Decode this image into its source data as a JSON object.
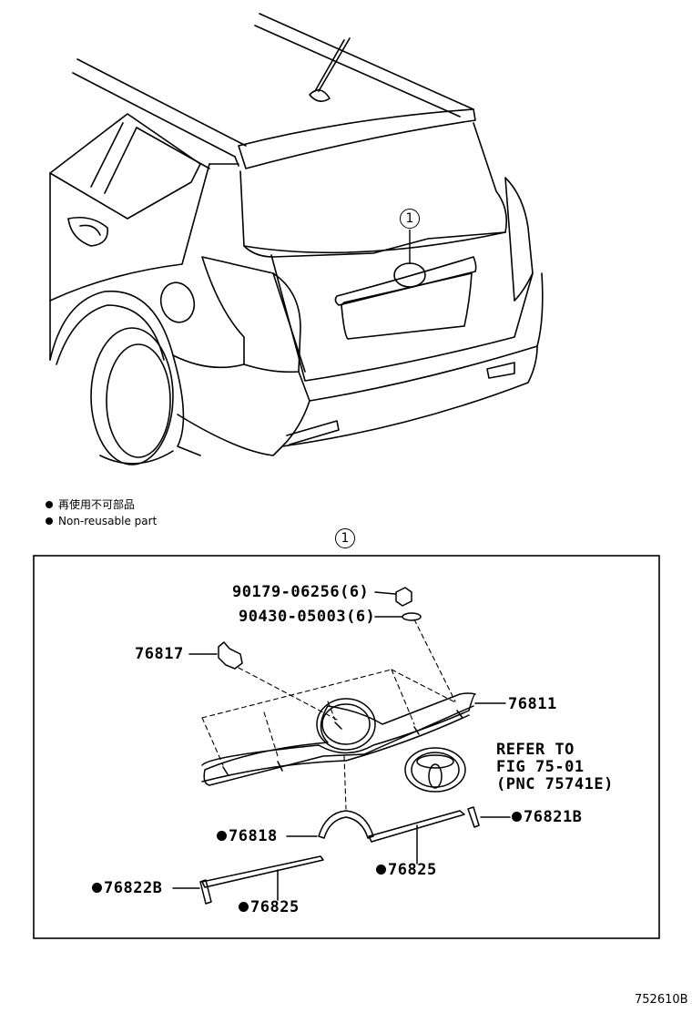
{
  "callout": "1",
  "legend": [
    {
      "text": "再使用不可部品"
    },
    {
      "text": "Non-reusable part"
    }
  ],
  "parts": {
    "p90179": "90179-06256(6)",
    "p90430": "90430-05003(6)",
    "p76817": "76817",
    "p76811": "76811",
    "refer": [
      "REFER TO",
      "FIG 75-01",
      "(PNC 75741E)"
    ],
    "p76821B": "76821B",
    "p76818": "76818",
    "p76825a": "76825",
    "p76822B": "76822B",
    "p76825b": "76825"
  },
  "figure_number": "752610B",
  "colors": {
    "line": "#000000",
    "background": "#ffffff"
  }
}
